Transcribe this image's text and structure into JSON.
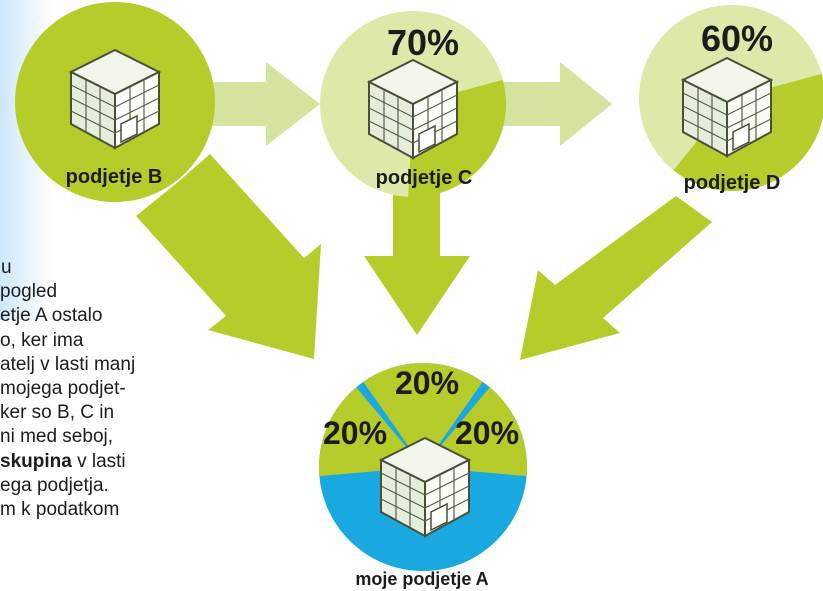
{
  "node_b": {
    "label": "podjetje B"
  },
  "node_c": {
    "label": "podjetje C",
    "percent": "70%",
    "share": 0.7
  },
  "node_d": {
    "label": "podjetje D",
    "percent": "60%",
    "share": 0.6
  },
  "node_a": {
    "label": "moje podjetje A",
    "slices": [
      {
        "name": "B",
        "percent": "20%"
      },
      {
        "name": "C",
        "percent": "20%"
      },
      {
        "name": "D",
        "percent": "20%"
      }
    ]
  },
  "colors": {
    "green": "#b6cc2b",
    "light_green": "#dde9a9",
    "blue": "#1aa8e0",
    "arrow_light": "#d4e39d",
    "sidebar": "#d8eef9"
  },
  "body_text": {
    "line1": "u",
    "line2": "pogled",
    "line3": "etje A ostalo",
    "line4": "o, ker ima",
    "line5": "atelj v lasti manj",
    "line6": "mojega podjet-",
    "line7": "ker so B, C in",
    "line8": "ni med seboj,",
    "line9_bold": "skupina",
    "line9_rest": " v lasti",
    "line10": "ega podjetja.",
    "line11": "m k podatkom"
  }
}
